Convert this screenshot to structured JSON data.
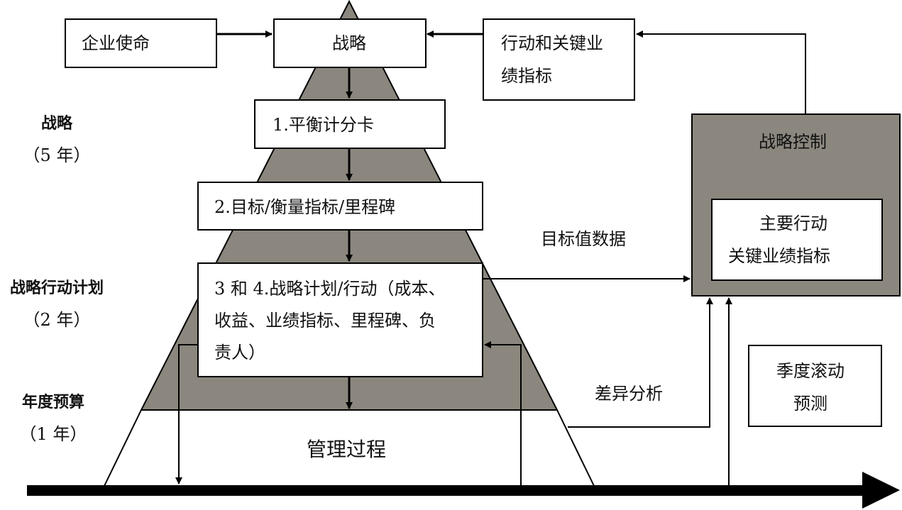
{
  "diagram": {
    "mission": "企业使命",
    "strategy": "战略",
    "kpi_box": [
      "行动和关键业",
      "绩指标"
    ],
    "step1": "1.平衡计分卡",
    "step2": "2.目标/衡量指标/里程碑",
    "step34": [
      "3 和 4.战略计划/行动（成本、",
      "收益、业绩指标、里程碑、负",
      "责人）"
    ],
    "management": "管理过程",
    "control": {
      "title": "战略控制",
      "inner": [
        "主要行动",
        "关键业绩指标"
      ]
    },
    "target_data": "目标值数据",
    "variance": "差异分析",
    "forecast": [
      "季度滚动",
      "预测"
    ],
    "levels": [
      {
        "name": "战略",
        "period": "（5 年）"
      },
      {
        "name": "战略行动计划",
        "period": "（2 年）"
      },
      {
        "name": "年度预算",
        "period": "（1 年）"
      }
    ]
  },
  "colors": {
    "pyramid": "#8b877e",
    "line": "#000000",
    "box": "#ffffff"
  }
}
